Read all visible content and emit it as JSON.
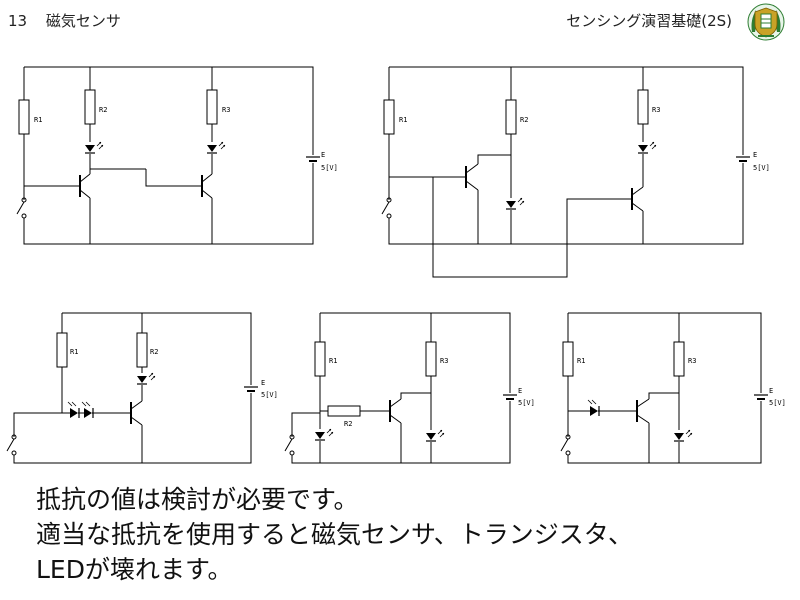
{
  "header": {
    "slide_number": "13",
    "slide_title": "磁気センサ",
    "course_title": "センシング演習基礎(2S)"
  },
  "circuit_labels": {
    "r1": "R1",
    "r2": "R2",
    "r3": "R3",
    "battery": "E",
    "voltage": "5[V]"
  },
  "body": {
    "line1": "抵抗の値は検討が必要です。",
    "line2": "適当な抵抗を使用すると磁気センサ、トランジスタ、",
    "line3": "LEDが壊れます。"
  },
  "colors": {
    "logo_green": "#2e7d32",
    "logo_gold": "#c9a227"
  }
}
